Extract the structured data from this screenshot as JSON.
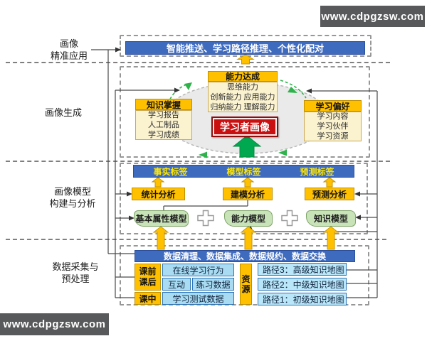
{
  "watermarks": {
    "top_right": "www.cdpgzsw.com",
    "bottom_left": "www.cdpgzsw.com"
  },
  "side_labels": [
    {
      "lines": [
        "画像",
        "精准应用"
      ]
    },
    {
      "lines": [
        "画像生成"
      ]
    },
    {
      "lines": [
        "画像模型",
        "构建与分析"
      ]
    },
    {
      "lines": [
        "数据采集与",
        "预处理"
      ]
    }
  ],
  "application_layer": {
    "bar": "智能推送、学习路径推理、个性化配对"
  },
  "portrait_layer": {
    "center": "学习者画像",
    "ability": {
      "title": "能力达成",
      "lines": [
        "思维能力",
        "创新能力 应用能力",
        "归纳能力 理解能力"
      ]
    },
    "knowledge": {
      "title": "知识掌握",
      "lines": [
        "学习报告",
        "人工制品",
        "学习成绩"
      ]
    },
    "preference": {
      "title": "学习偏好",
      "lines": [
        "学习内容",
        "学习伙伴",
        "学习资源"
      ]
    }
  },
  "model_layer": {
    "tags": [
      "事实标签",
      "模型标签",
      "预测标签"
    ],
    "analyses": [
      "统计分析",
      "建模分析",
      "预测分析"
    ],
    "models": [
      "基本属性模型",
      "能力模型",
      "知识模型"
    ]
  },
  "data_layer": {
    "bar": "数据清理、数据集成、数据规约、数据交换",
    "phase_pre_post": {
      "lines": [
        "课前",
        "课后"
      ]
    },
    "online_behavior": "在线学习行为",
    "interaction": "互动",
    "practice_data": "练习数据",
    "phase_in_class": "课中",
    "test_data": "学习测试数据",
    "resource": {
      "lines": [
        "资",
        "源"
      ]
    },
    "paths": [
      "路径3：高级知识地图",
      "路径2：中级知识地图",
      "路径1：初级知识地图"
    ]
  },
  "colors": {
    "bar_blue": "#3F6BBF",
    "label_yellow": "#FFC000",
    "body_cream": "#FBF2CF",
    "model_green": "#C9E3B9",
    "cell_lightblue": "#A9DCF2",
    "portrait_red": "#C90F0F",
    "tag_text_yellow": "#FFE600",
    "circulation_green": "#2DB34A",
    "watermark_gray": "#58595B"
  }
}
